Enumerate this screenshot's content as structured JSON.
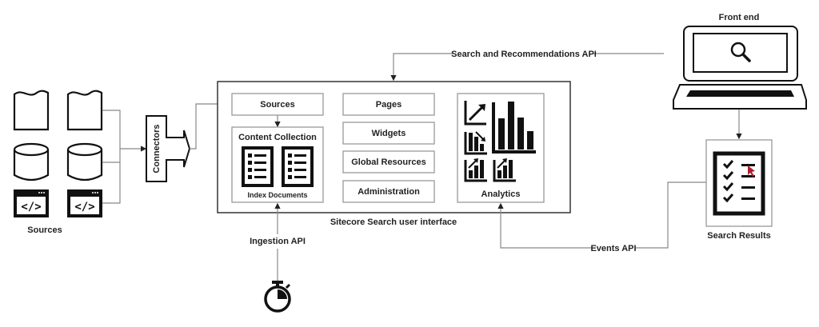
{
  "diagram": {
    "front_end_label": "Front end",
    "search_api_label": "Search and Recommendations API",
    "sources_group_label": "Sources",
    "connectors_label": "Connectors",
    "ui_frame_label": "Sitecore Search user interface",
    "ui_boxes": {
      "sources": "Sources",
      "content_collection": "Content Collection",
      "index_documents": "Index Documents",
      "pages": "Pages",
      "widgets": "Widgets",
      "global_resources": "Global Resources",
      "administration": "Administration",
      "analytics": "Analytics"
    },
    "ingestion_api_label": "Ingestion API",
    "events_api_label": "Events API",
    "search_results_label": "Search Results",
    "source_icons": [
      "document-icon",
      "document-icon",
      "database-icon",
      "database-icon",
      "code-window-icon",
      "code-window-icon"
    ],
    "accent_color": "#b01c2e"
  }
}
